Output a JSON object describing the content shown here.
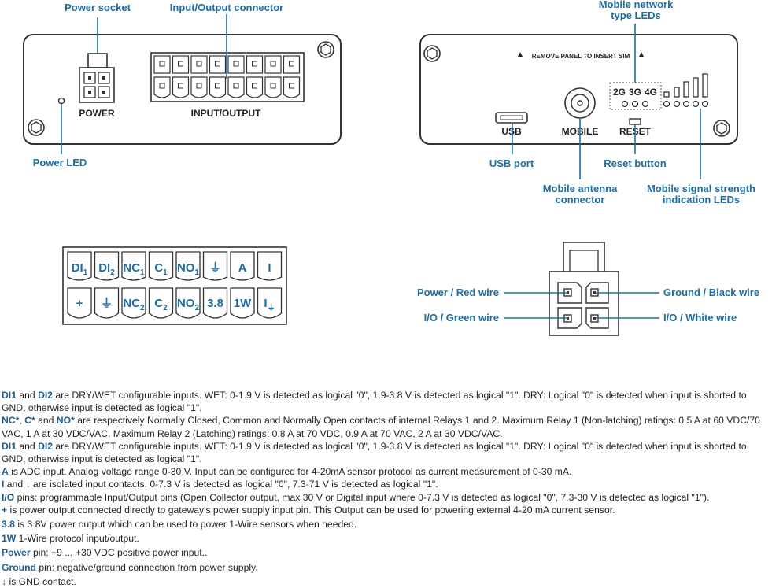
{
  "left_panel": {
    "power_socket_label": "Power socket",
    "io_connector_label": "Input/Output connector",
    "power_text": "POWER",
    "io_text": "INPUT/OUTPUT",
    "power_led_label": "Power LED"
  },
  "right_panel": {
    "network_leds_label_line1": "Mobile network",
    "network_leds_label_line2": "type LEDs",
    "sim_text": "REMOVE PANEL TO INSERT SIM",
    "net_2g": "2G",
    "net_3g": "3G",
    "net_4g": "4G",
    "usb_text": "USB",
    "mobile_text": "MOBILE",
    "reset_text": "RESET",
    "usb_port_label": "USB port",
    "reset_button_label": "Reset button",
    "antenna_label_line1": "Mobile antenna",
    "antenna_label_line2": "connector",
    "signal_label_line1": "Mobile signal strength",
    "signal_label_line2": "indication LEDs"
  },
  "terminal_block": {
    "top_row": [
      {
        "main": "DI",
        "sub": "1"
      },
      {
        "main": "DI",
        "sub": "2"
      },
      {
        "main": "NC",
        "sub": "1"
      },
      {
        "main": "C",
        "sub": "1"
      },
      {
        "main": "NO",
        "sub": "1"
      },
      {
        "main": "⏚",
        "sub": ""
      },
      {
        "main": "A",
        "sub": ""
      },
      {
        "main": "I",
        "sub": ""
      }
    ],
    "bottom_row": [
      {
        "main": "+",
        "sub": ""
      },
      {
        "main": "⏚",
        "sub": ""
      },
      {
        "main": "NC",
        "sub": "2"
      },
      {
        "main": "C",
        "sub": "2"
      },
      {
        "main": "NO",
        "sub": "2"
      },
      {
        "main": "3.8",
        "sub": ""
      },
      {
        "main": "1W",
        "sub": ""
      },
      {
        "main": "I",
        "sub": "⏚"
      }
    ]
  },
  "power_connector": {
    "red": "Power / Red wire",
    "black": "Ground / Black wire",
    "green": "I/O / Green wire",
    "white": "I/O / White wire"
  },
  "notes": {
    "n1": {
      "b1": "DI1",
      "t1": " and ",
      "b2": "DI2",
      "t2": " are DRY/WET configurable inputs. WET: 0-1.9 V is detected as logical \"0\", 1.9-3.8 V is detected as logical \"1\". DRY: Logical \"0\" is detected when input is shorted to GND, otherwise input is detected as logical \"1\"."
    },
    "n2": {
      "b1": "NC*",
      "t1": ", ",
      "b2": "C*",
      "t2": " and ",
      "b3": "NO*",
      "t3": " are respectively Normally Closed, Common and Normally Open contacts of internal Relays 1 and 2. Maximum Relay 1 (Non-latching) ratings: 0.5 A at 60 VDC/70 VAC, 1 A at 30 VDC/VAC. Maximum Relay 2 (Latching) ratings: 0.8 A at 70 VDC, 0.9 A at 70 VAC, 2 A at 30 VDC/VAC."
    },
    "n3": {
      "b1": "DI1",
      "t1": " and ",
      "b2": "DI2",
      "t2": " are DRY/WET configurable inputs. WET: 0-1.9 V is detected as logical \"0\", 1.9-3.8 V is detected as logical \"1\". DRY: Logical \"0\" is detected when input is shorted to GND, otherwise input is detected as logical \"1\"."
    },
    "n4": {
      "b1": "A",
      "t1": " is ADC input. Analog voltage range 0-30 V. Input can be configured for 4-20mA sensor protocol as current measurement of 0-30 mA."
    },
    "n5": {
      "b1": "I",
      "t1": " and ",
      "sym": "↓",
      "t2": " are isolated input contacts. 0-7.3 V is detected as logical \"0\", 7.3-71 V is detected as logical \"1\"."
    },
    "n6": {
      "b1": "I/O",
      "t1": " pins: programmable Input/Output pins (Open Collector output, max 30 V or Digital input where 0-7.3 V is detected as logical \"0\", 7.3-30 V is detected as logical \"1\")."
    },
    "n7": {
      "b1": "+",
      "t1": " is power output connected directly to gateway's power supply input pin. This Output can be used for powering external 4-20 mA current sensor."
    },
    "n8": {
      "b1": "3.8",
      "t1": " is 3.8V power output which can be used to power 1-Wire sensors when needed."
    },
    "n9": {
      "b1": "1W",
      "t1": "  1-Wire protocol input/output."
    },
    "n10": {
      "b1": "Power",
      "t1": " pin: +9 ... +30 VDC positive power input.."
    },
    "n11": {
      "b1": "Ground",
      "t1": "  pin: negative/ground connection from power supply."
    },
    "n12": {
      "sym": "↓",
      "t1": " is GND contact."
    }
  }
}
